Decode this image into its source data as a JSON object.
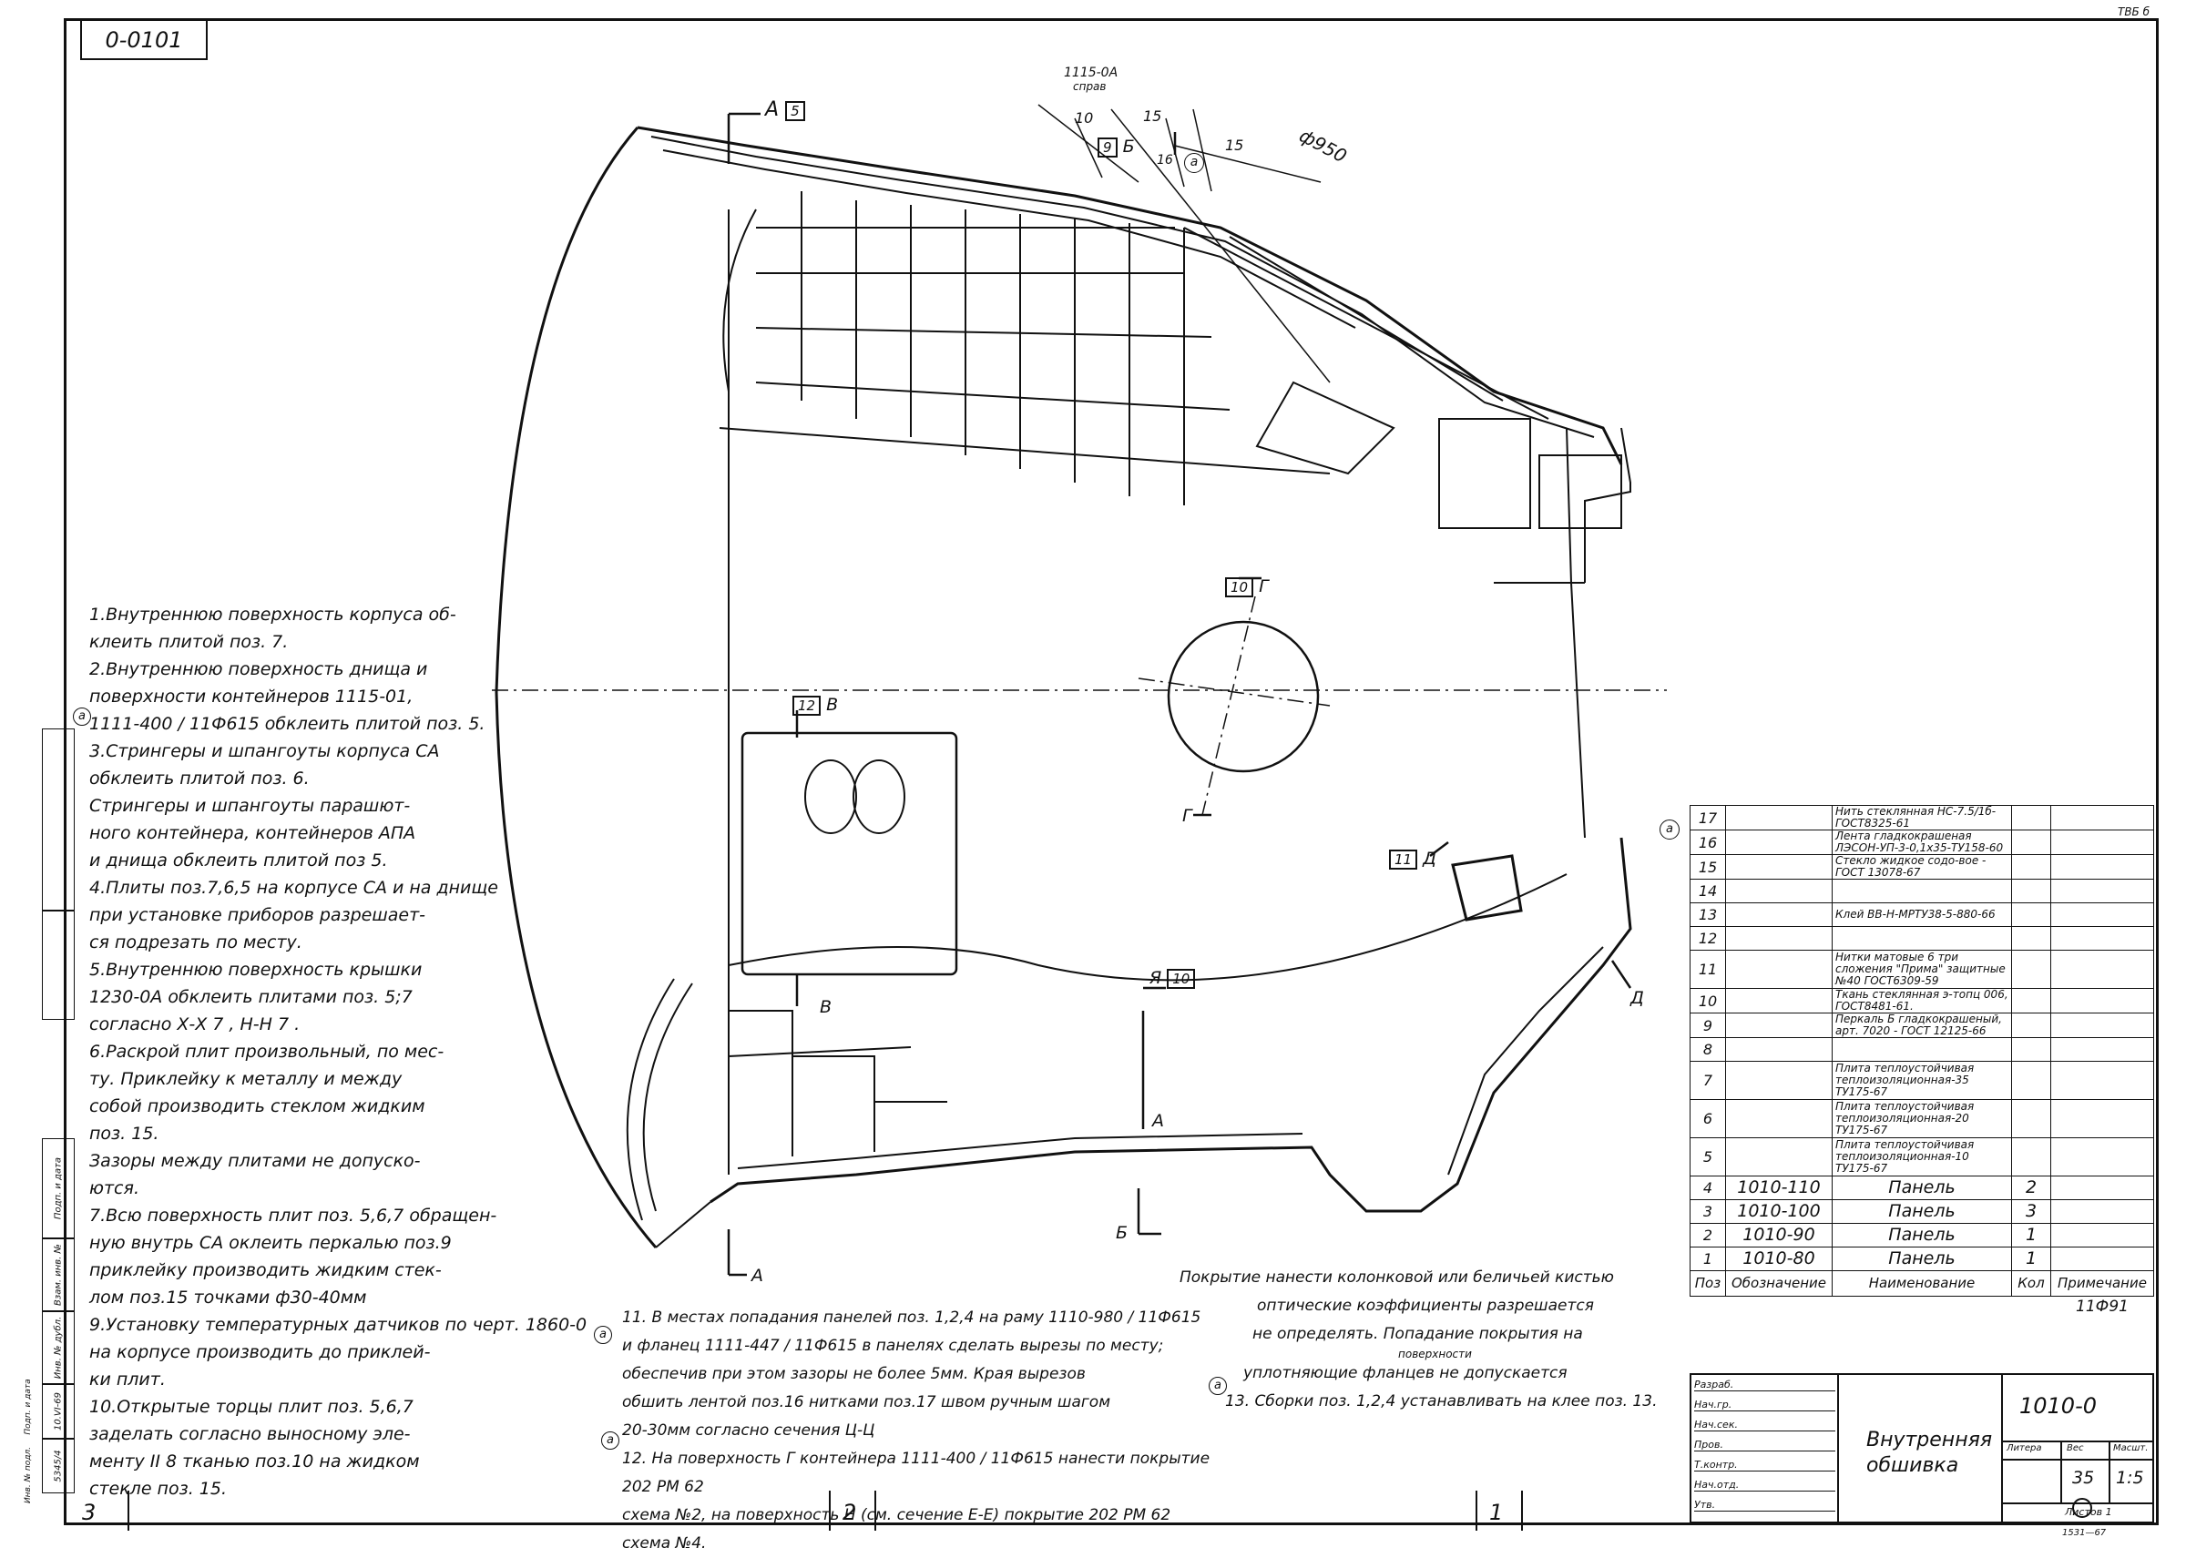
{
  "sheet": {
    "top_code": "0-0101",
    "corner_mark": "ТВБ б"
  },
  "drawing": {
    "callouts": {
      "part_ref": "1115-0А",
      "part_ref_sub": "справ",
      "dim_15a": "15",
      "dim_15b": "15",
      "dim_16": "16",
      "diam": "ф950",
      "pos_10": "10",
      "circle_a": "а",
      "section_a_top": "А",
      "section_a_top_box": "5",
      "section_b_box": "9",
      "section_b_top": "Б",
      "section_g_box": "10",
      "section_g_top": "Г",
      "section_g_bottom": "Г",
      "section_v_box": "12",
      "section_v_top": "В",
      "section_v_bottom": "В",
      "section_d_box": "11",
      "section_d_top": "Д",
      "section_d_bottom": "Д",
      "section_ya": "Я",
      "section_ya_box": "10",
      "section_a_mid": "А",
      "section_b_bottom": "Б",
      "section_a_bottom": "А",
      "bom_circle": "а"
    }
  },
  "notes_left": [
    "1.Внутреннюю поверхность корпуса об-",
    "клеить плитой поз. 7.",
    "2.Внутреннюю поверхность днища и",
    "поверхности контейнеров 1115-01,",
    "1111-400 / 11Ф615 обклеить плитой поз. 5.",
    "3.Стрингеры и шпангоуты корпуса СА",
    "обклеить плитой поз. 6.",
    "Стрингеры и шпангоуты парашют-",
    "ного контейнера, контейнеров АПА",
    "и днища обклеить плитой поз 5.",
    "4.Плиты поз.7,6,5 на корпусе СА и на днище",
    "при установке приборов разрешает-",
    "ся подрезать по месту.",
    "5.Внутреннюю поверхность крышки",
    "1230-0А обклеить плитами поз. 5;7",
    "согласно Х-Х 7 , Н-Н 7 .",
    "6.Раскрой плит произвольный, по мес-",
    "ту. Приклейку к металлу и между",
    "собой производить стеклом жидким",
    "поз. 15.",
    "Зазоры между плитами не допуско-",
    "ются.",
    "7.Всю поверхность плит поз. 5,6,7 обращен-",
    "ную внутрь СА оклеить перкалью поз.9",
    "приклейку производить жидким стек-",
    "лом поз.15 точками ф30-40мм",
    "9.Установку температурных датчиков по черт. 1860-0",
    "на корпусе производить до приклей-",
    "ки плит.",
    "10.Открытые торцы плит поз. 5,6,7",
    "заделать согласно выносному эле-",
    "менту II 8 тканью поз.10 на жидком",
    "стекле поз. 15."
  ],
  "notes_mid": [
    "11. В местах попадания панелей поз. 1,2,4 на раму 1110-980 / 11Ф615",
    "и фланец 1111-447 / 11Ф615 в панелях сделать вырезы по месту;",
    "обеспечив при этом зазоры не более 5мм. Края вырезов",
    "обшить лентой поз.16 нитками поз.17 швом ручным шагом",
    "20-30мм согласно сечения Ц-Ц",
    "12. На поверхность Г контейнера 1111-400 / 11Ф615 нанести покрытие 202 РМ 62",
    "схема №2, на поверхность Н (см. сечение Е-Е) покрытие 202 РМ 62 схема №4."
  ],
  "notes_right": [
    "Покрытие нанести колонковой или беличьей кистью",
    "оптические коэффициенты разрешается",
    "не определять. Попадание покрытия на",
    "поверхности",
    "уплотняющие фланцев не допускается",
    "13. Сборки поз. 1,2,4 устанавливать на клее поз. 13."
  ],
  "note_markers": {
    "note2": "а",
    "note11": "а",
    "note12": "а",
    "note13": "а"
  },
  "bom": {
    "rows": [
      {
        "pos": "17",
        "designation": "",
        "name": "Нить стеклянная НС-7.5/1б-ГОСТ8325-61",
        "qty": "",
        "remark": ""
      },
      {
        "pos": "16",
        "designation": "",
        "name": "Лента гладкокрашеная ЛЭСОН-УП-3-0,1х35-ТУ158-60",
        "qty": "",
        "remark": ""
      },
      {
        "pos": "15",
        "designation": "",
        "name": "Стекло жидкое содо-вое - ГОСТ 13078-67",
        "qty": "",
        "remark": ""
      },
      {
        "pos": "14",
        "designation": "",
        "name": "",
        "qty": "",
        "remark": ""
      },
      {
        "pos": "13",
        "designation": "",
        "name": "Клей ВВ-Н-МРТУ38-5-880-66",
        "qty": "",
        "remark": ""
      },
      {
        "pos": "12",
        "designation": "",
        "name": "",
        "qty": "",
        "remark": ""
      },
      {
        "pos": "11",
        "designation": "",
        "name": "Нитки матовые 6 три сложения \"Прима\" защитные №40 ГОСТ6309-59",
        "qty": "",
        "remark": ""
      },
      {
        "pos": "10",
        "designation": "",
        "name": "Ткань стеклянная э-топц 006, ГОСТ8481-61.",
        "qty": "",
        "remark": ""
      },
      {
        "pos": "9",
        "designation": "",
        "name": "Перкаль Б гладкокрашеный, арт. 7020 - ГОСТ 12125-66",
        "qty": "",
        "remark": ""
      },
      {
        "pos": "8",
        "designation": "",
        "name": "",
        "qty": "",
        "remark": ""
      },
      {
        "pos": "7",
        "designation": "",
        "name": "Плита теплоустойчивая теплоизоляционная-35 ТУ175-67",
        "qty": "",
        "remark": ""
      },
      {
        "pos": "6",
        "designation": "",
        "name": "Плита теплоустойчивая теплоизоляционная-20 ТУ175-67",
        "qty": "",
        "remark": ""
      },
      {
        "pos": "5",
        "designation": "",
        "name": "Плита теплоустойчивая теплоизоляционная-10 ТУ175-67",
        "qty": "",
        "remark": ""
      },
      {
        "pos": "4",
        "designation": "1010-110",
        "name": "Панель",
        "qty": "2",
        "remark": ""
      },
      {
        "pos": "3",
        "designation": "1010-100",
        "name": "Панель",
        "qty": "3",
        "remark": ""
      },
      {
        "pos": "2",
        "designation": "1010-90",
        "name": "Панель",
        "qty": "1",
        "remark": ""
      },
      {
        "pos": "1",
        "designation": "1010-80",
        "name": "Панель",
        "qty": "1",
        "remark": ""
      }
    ],
    "header": {
      "pos": "Поз",
      "designation": "Обозначение",
      "name": "Наименование",
      "qty": "Кол",
      "remark": "Примечание"
    },
    "product": "11Ф91"
  },
  "title_block": {
    "title": "Внутренняя обшивка",
    "number": "1010-0",
    "col_lit": "Литера",
    "col_mass": "Вес",
    "col_scale": "Масшт.",
    "mass": "35",
    "scale": "1:5",
    "sheet": "Листов 1",
    "sign_rows": [
      "Разраб.",
      "Нач.гр.",
      "Нач.сек.",
      "Пров.",
      "Т.контр.",
      "Нач.отд.",
      "Утв."
    ],
    "footer": "1531—67"
  },
  "zones": [
    "3",
    "2",
    "1"
  ],
  "side_stamp": {
    "inventory": "5345/4",
    "date": "10.VI-69",
    "lbl_inv": "Инв. № подл.",
    "lbl_sign": "Подп. и дата",
    "lbl_dup": "Инв. № дубл.",
    "lbl_rep": "Взам. инв. №",
    "lbl_sign2": "Подп. и дата"
  }
}
